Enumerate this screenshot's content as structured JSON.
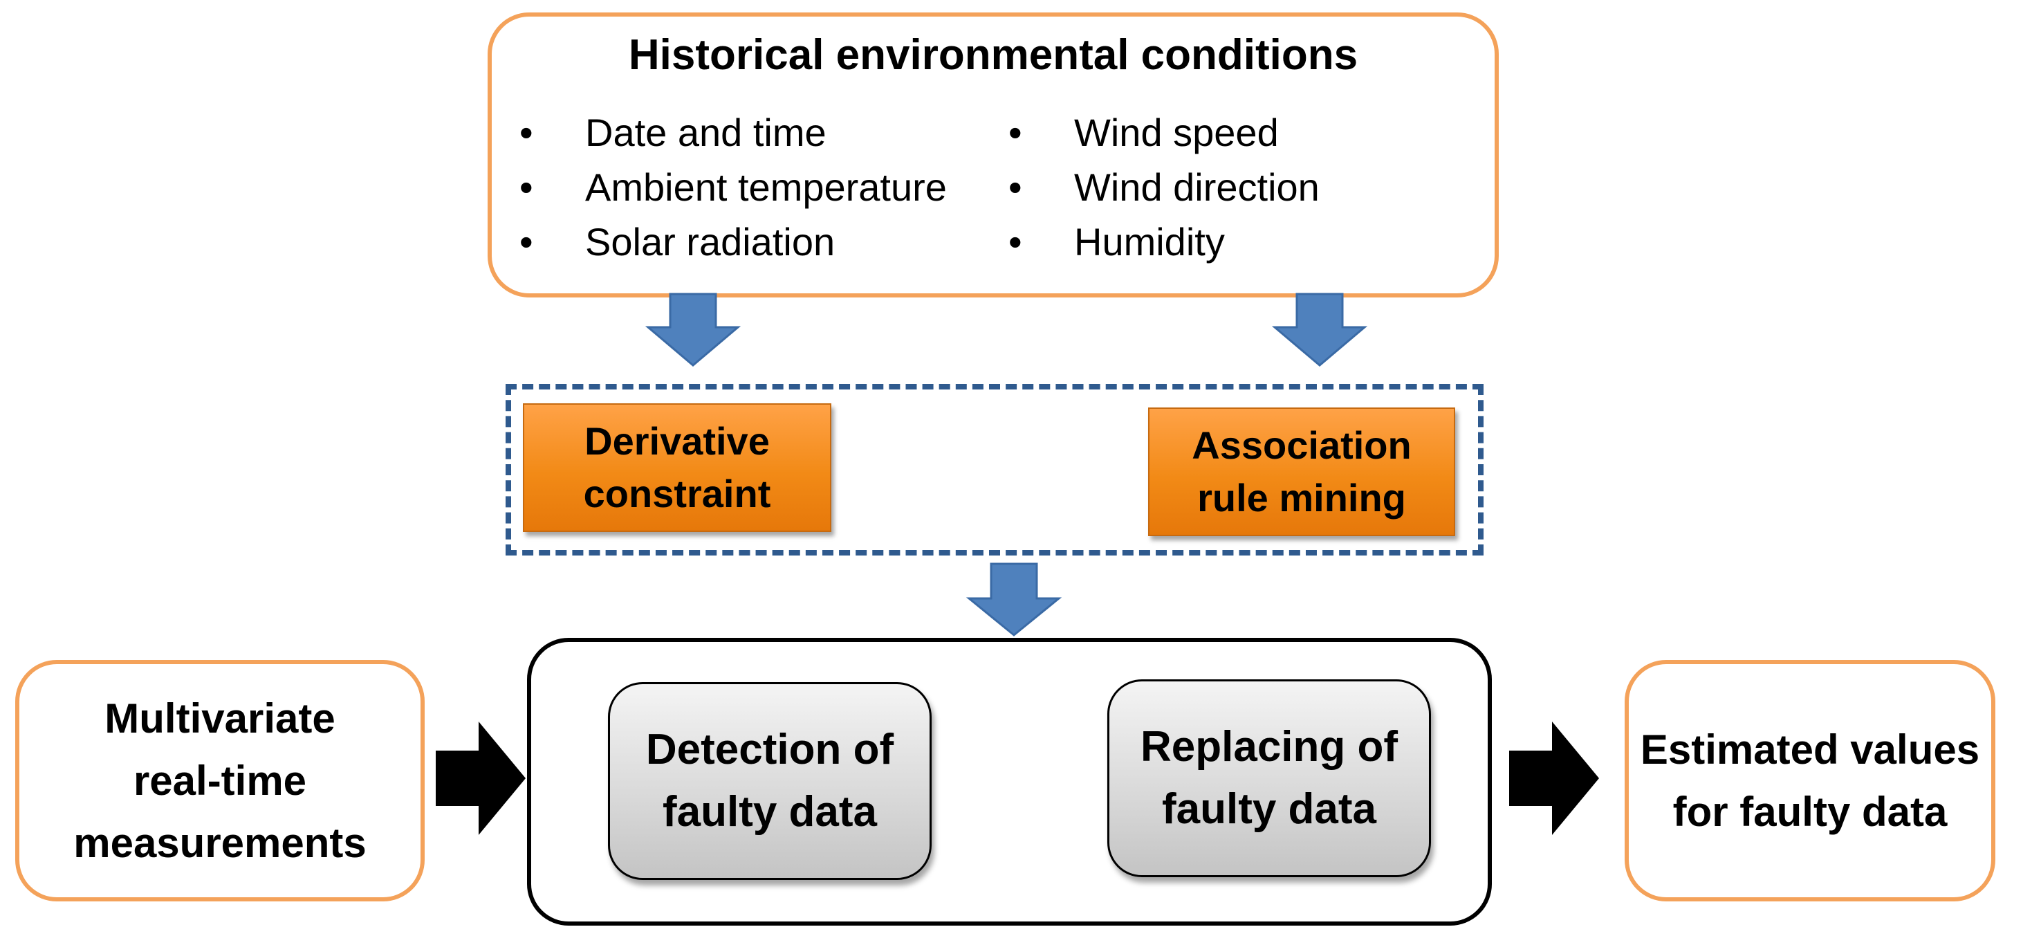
{
  "historical": {
    "title": "Historical environmental conditions",
    "left_items": [
      "Date and time",
      "Ambient temperature",
      "Solar radiation"
    ],
    "right_items": [
      "Wind speed",
      "Wind direction",
      "Humidity"
    ],
    "bullet": "•"
  },
  "methods": {
    "derivative_line1": "Derivative",
    "derivative_line2": "constraint",
    "association_line1": "Association",
    "association_line2": "rule mining"
  },
  "inputs": {
    "line1": "Multivariate",
    "line2": "real-time",
    "line3": "measurements"
  },
  "process": {
    "detection_line1": "Detection of",
    "detection_line2": "faulty data",
    "replacing_line1": "Replacing of",
    "replacing_line2": "faulty data"
  },
  "output": {
    "line1": "Estimated values",
    "line2": "for faulty data"
  },
  "colors": {
    "orange_border": "#f4a25a",
    "orange_fill": "#f28a16",
    "blue_arrow": "#4f81bd",
    "dashed_border": "#2f5a8e"
  }
}
